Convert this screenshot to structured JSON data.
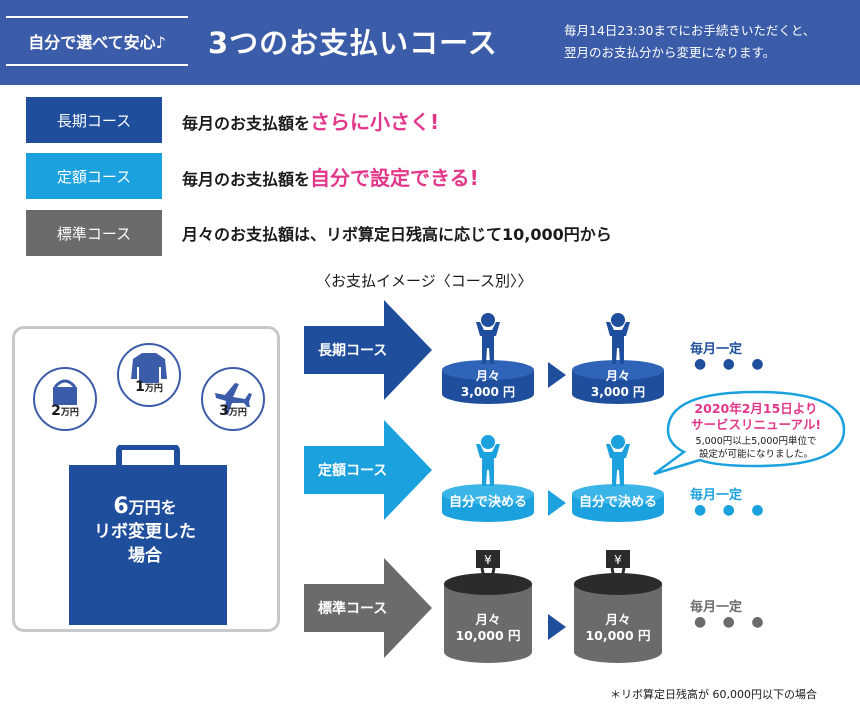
{
  "header": {
    "tag": "自分で選べて安心♪",
    "title": "3つのお支払いコース",
    "note_line1": "毎月14日23:30までにお手続きいただくと、",
    "note_line2": "翌月のお支払分から変更になります。"
  },
  "courses": [
    {
      "badge": "長期コース",
      "desc_prefix": "毎月のお支払額を",
      "desc_highlight": "さらに小さく!",
      "color": "#1f4e9c"
    },
    {
      "badge": "定額コース",
      "desc_prefix": "毎月のお支払額を",
      "desc_highlight": "自分で設定できる!",
      "color": "#1aa1de"
    },
    {
      "badge": "標準コース",
      "desc_prefix": "月々のお支払額は、リボ算定日残高に応じて10,000円から",
      "desc_highlight": "",
      "color": "#6b6b6b"
    }
  ],
  "caption": "〈お支払イメージ〈コース別〉〉",
  "panel": {
    "items": [
      {
        "icon": "shopping-bag-icon",
        "amount": "2",
        "unit": "万円"
      },
      {
        "icon": "jacket-icon",
        "amount": "1",
        "unit": "万円"
      },
      {
        "icon": "airplane-icon",
        "amount": "3",
        "unit": "万円"
      }
    ],
    "bag_big": "6",
    "bag_unit": "万円を",
    "bag_line2": "リボ変更した",
    "bag_line3": "場合"
  },
  "diagram": {
    "rows": [
      {
        "label": "長期コース",
        "step1_line1": "月々",
        "step1_line2": "3,000 円",
        "step2_line1": "月々",
        "step2_line2": "3,000 円",
        "fixed": "毎月一定",
        "color": "#1f4e9c"
      },
      {
        "label": "定額コース",
        "step1_line1": "自分で決める",
        "step1_line2": "",
        "step2_line1": "自分で決める",
        "step2_line2": "",
        "fixed": "毎月一定",
        "color": "#1aa1de"
      },
      {
        "label": "標準コース",
        "step1_line1": "月々",
        "step1_line2": "10,000 円",
        "step2_line1": "月々",
        "step2_line2": "10,000 円",
        "fixed": "毎月一定",
        "color": "#6b6b6b"
      }
    ],
    "dots": "● ● ●"
  },
  "callout": {
    "title1": "2020年2月15日より",
    "title2": "サービスリニューアル!",
    "body1": "5,000円以上5,000円単位で",
    "body2": "設定が可能になりました。"
  },
  "footnote": "＊リボ算定日残高が 60,000円以下の場合",
  "colors": {
    "header": "#3b5ca8",
    "long": "#1f4e9c",
    "fixed": "#1aa1de",
    "standard": "#6b6b6b",
    "accent": "#e3388a"
  }
}
